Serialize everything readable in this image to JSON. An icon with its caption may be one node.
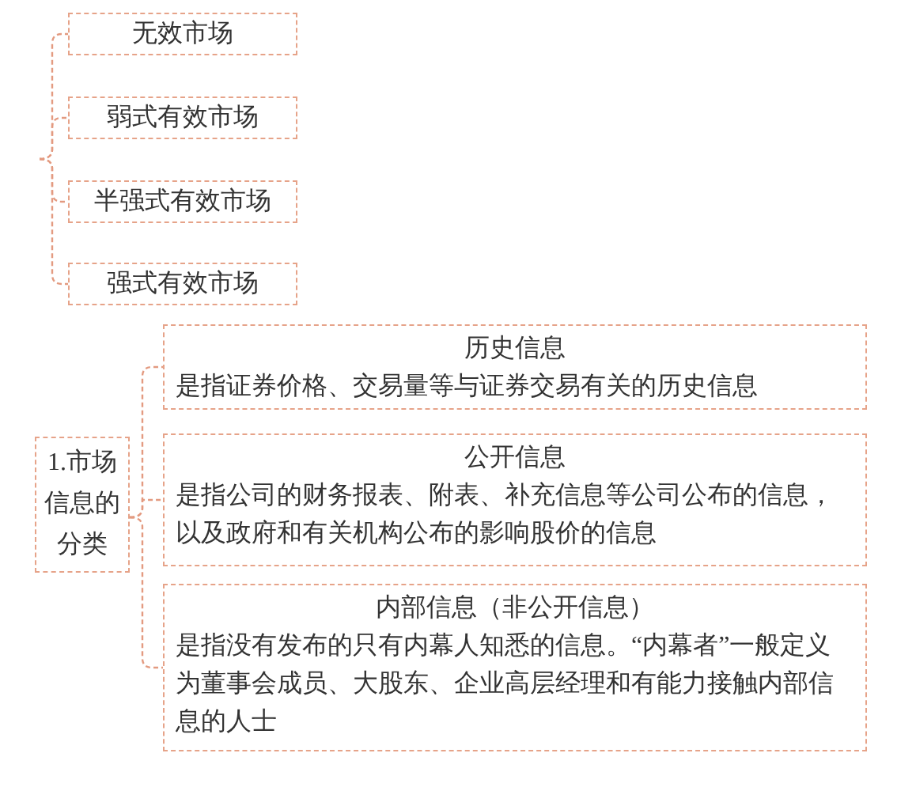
{
  "diagram": {
    "nodes": [
      {
        "text": [
          "无效市场"
        ]
      },
      {
        "text": [
          "弱式有效市场"
        ]
      },
      {
        "text": [
          "半强式有效市场"
        ]
      },
      {
        "text": [
          "强式有效市场"
        ]
      },
      {
        "text": [
          "1.市场信息的分类"
        ]
      },
      {
        "text": [
          "历史信息",
          "是指证券价格、交易量等与证券交易有关的历史信息"
        ]
      },
      {
        "text": [
          "公开信息",
          "是指公司的财务报表、附表、补充信息等公司公布的信息，以及政府和有关机构公布的影响股价的信息"
        ]
      },
      {
        "text": [
          "内部信息（非公开信息）",
          "是指没有发布的只有内幕人知悉的信息。“内幕者”一般定义为董事会成员、大股东、企业高层经理和有能力接触内部信息的人士"
        ]
      }
    ],
    "edges": [
      {
        "from": null,
        "to": 0,
        "arrow": "none",
        "style": "dashed"
      },
      {
        "from": null,
        "to": 1,
        "arrow": "none",
        "style": "dashed"
      },
      {
        "from": null,
        "to": 2,
        "arrow": "none",
        "style": "dashed"
      },
      {
        "from": null,
        "to": 3,
        "arrow": "none",
        "style": "dashed"
      },
      {
        "from": 4,
        "to": 5,
        "arrow": "none",
        "style": "dashed"
      },
      {
        "from": 4,
        "to": 6,
        "arrow": "none",
        "style": "dashed"
      },
      {
        "from": 4,
        "to": 7,
        "arrow": "none",
        "style": "dashed"
      }
    ]
  }
}
